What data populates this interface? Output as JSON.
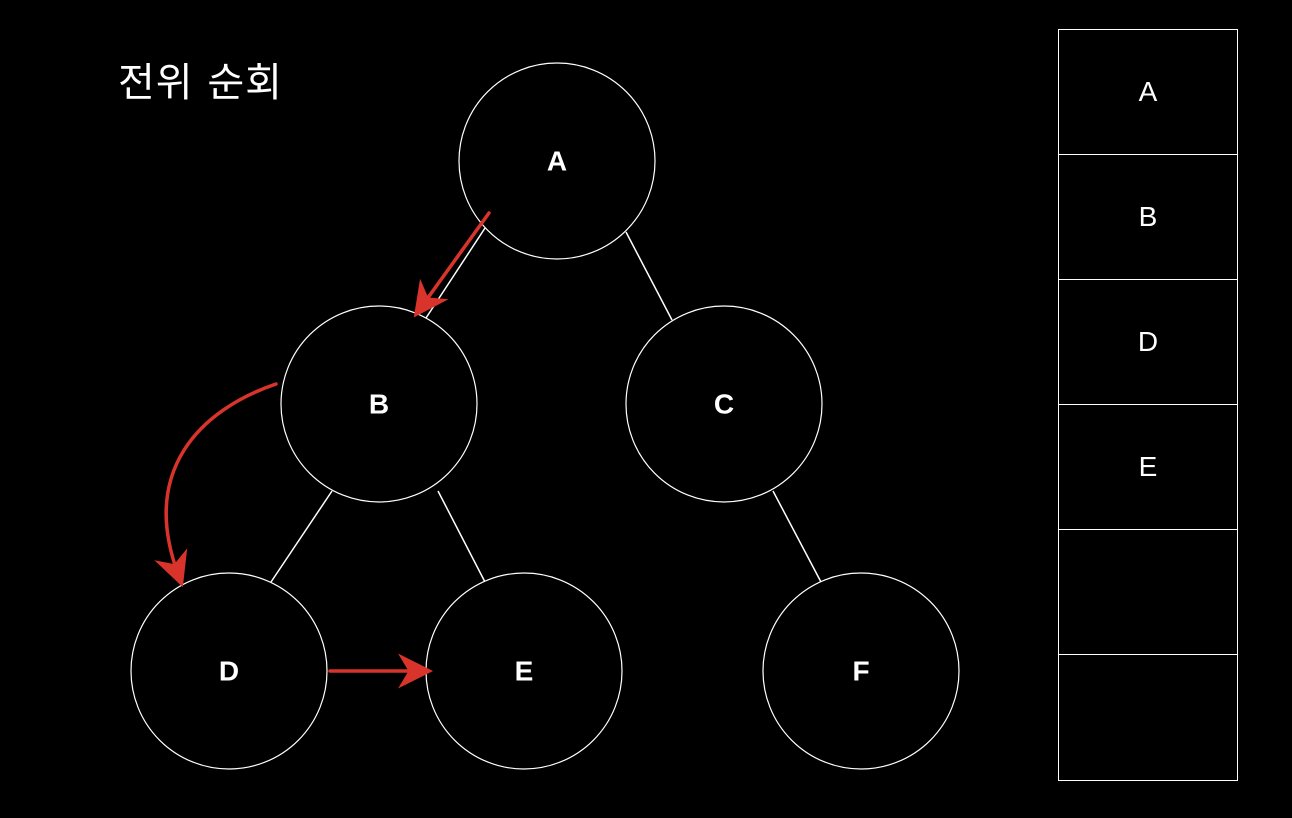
{
  "title": "전위 순회",
  "nodes": [
    {
      "id": "A",
      "label": "A"
    },
    {
      "id": "B",
      "label": "B"
    },
    {
      "id": "C",
      "label": "C"
    },
    {
      "id": "D",
      "label": "D"
    },
    {
      "id": "E",
      "label": "E"
    },
    {
      "id": "F",
      "label": "F"
    }
  ],
  "edges": [
    {
      "from": "A",
      "to": "B"
    },
    {
      "from": "A",
      "to": "C"
    },
    {
      "from": "B",
      "to": "D"
    },
    {
      "from": "B",
      "to": "E"
    },
    {
      "from": "C",
      "to": "F"
    }
  ],
  "traversal_arrows": [
    {
      "from": "A",
      "to": "B"
    },
    {
      "from": "B",
      "to": "D"
    },
    {
      "from": "D",
      "to": "E"
    }
  ],
  "stack": {
    "cells": [
      "A",
      "B",
      "D",
      "E",
      "",
      ""
    ]
  },
  "colors": {
    "background": "#000000",
    "stroke": "#ffffff",
    "arrow": "#d9342b"
  }
}
